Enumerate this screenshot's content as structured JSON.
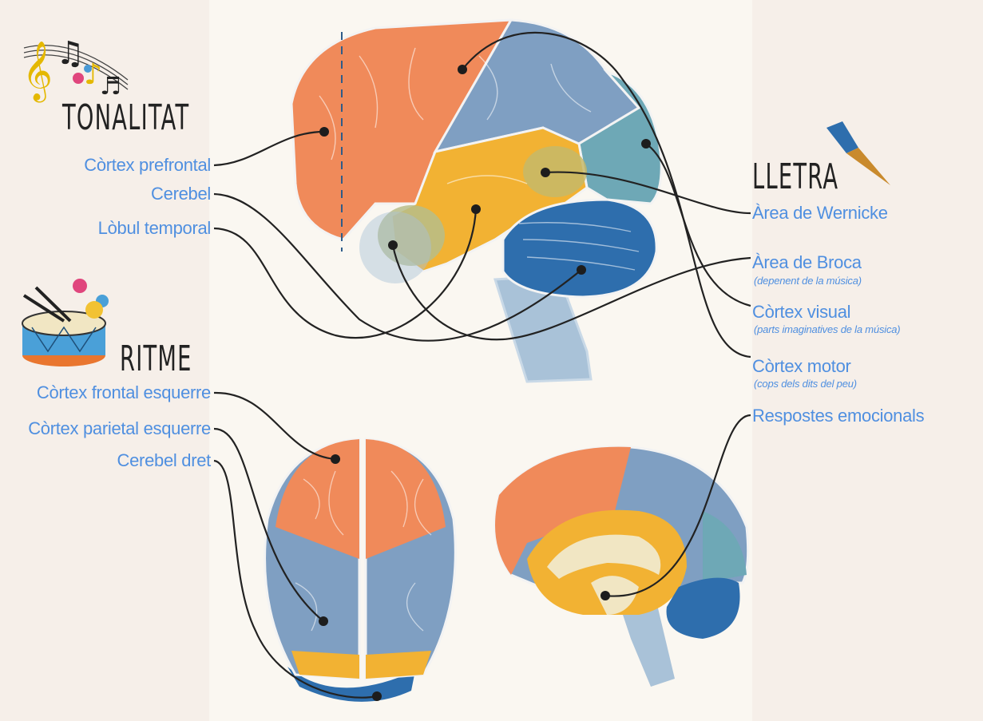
{
  "sections": {
    "tonalitat": {
      "heading": "TONALITAT",
      "labels": [
        "Còrtex prefrontal",
        "Cerebel",
        "Lòbul temporal"
      ]
    },
    "lletra": {
      "heading": "LLETRA",
      "labels": [
        {
          "title": "Àrea de Wernicke",
          "note": ""
        },
        {
          "title": "Àrea de Broca",
          "note": "(depenent de la música)"
        },
        {
          "title": "Còrtex visual",
          "note": "(parts imaginatives de la música)"
        },
        {
          "title": "Còrtex motor",
          "note": "(cops dels dits del peu)"
        }
      ]
    },
    "ritme": {
      "heading": "RITME",
      "labels": [
        "Còrtex frontal esquerre",
        "Còrtex parietal esquerre",
        "Cerebel dret"
      ]
    },
    "emotions": {
      "label": "Respostes emocionals"
    }
  },
  "colors": {
    "frontal": "#f08a5a",
    "parietal": "#7f9fc2",
    "occipital": "#6ea8b6",
    "temporal": "#f2b233",
    "cerebellum": "#2e6ead",
    "brainstem": "#a9c2d8",
    "label": "#4f8fe0",
    "line": "#222222"
  },
  "icons": [
    "music-notes-icon",
    "fountain-pen-icon",
    "drum-icon"
  ]
}
